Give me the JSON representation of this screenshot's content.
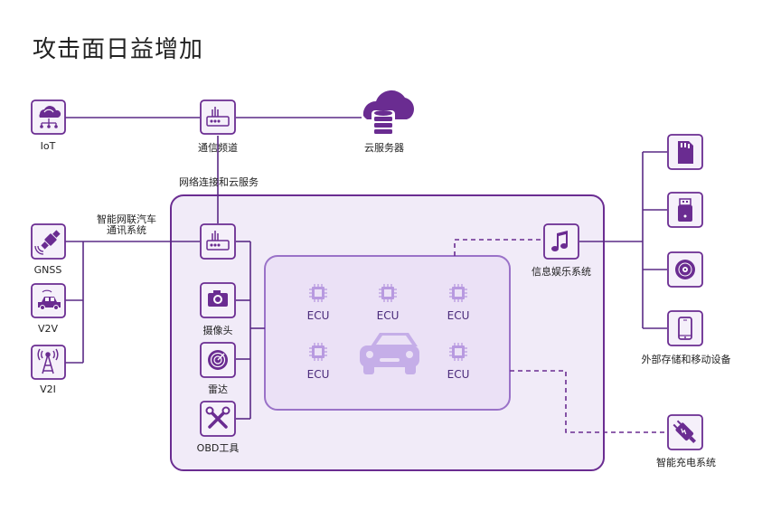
{
  "title": "攻击面日益增加",
  "nodes": {
    "iot": "IoT",
    "comm_channel": "通信频道",
    "cloud_server": "云服务器",
    "network_cloud": "网络连接和云服务",
    "telematics_line1": "智能网联汽车",
    "telematics_line2": "通讯系统",
    "gnss": "GNSS",
    "v2v": "V2V",
    "v2i": "V2I",
    "camera": "摄像头",
    "radar": "雷达",
    "obd": "OBD工具",
    "infotainment": "信息娱乐系统",
    "external_storage": "外部存储和移动设备",
    "smart_charging": "智能充电系统",
    "ecu": "ECU"
  },
  "colors": {
    "purple": "#6a2c91",
    "line": "#5a2a86",
    "panel_fill": "#f1ebf8",
    "panel_border": "#6a2c91",
    "inner_fill": "#ebe1f6",
    "inner_border": "#9a72c8",
    "chip": "#b89ae0",
    "car": "#c5aee8",
    "box_fill": "#f5f0fa"
  },
  "icons": [
    "wifi-cloud-icon",
    "router-icon",
    "cloud-database-icon",
    "satellite-icon",
    "car-icon",
    "tower-icon",
    "camera-icon",
    "radar-icon",
    "tools-icon",
    "music-icon",
    "sd-card-icon",
    "usb-drive-icon",
    "disc-icon",
    "phone-icon",
    "charging-plug-icon",
    "chip-icon"
  ]
}
